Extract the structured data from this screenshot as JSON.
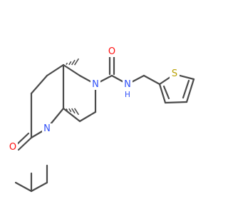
{
  "molecule": {
    "colors": {
      "bond": "#4a4a4a",
      "N": "#3050f8",
      "O": "#ff0d0d",
      "S": "#b8a000",
      "H": "#3050f8"
    },
    "atom_labels": {
      "n_lactam": "N",
      "n_ring": "N",
      "n_amide": "N",
      "h_amide": "H",
      "o_lactam": "O",
      "o_amide": "O",
      "s_thiophene": "S"
    }
  }
}
